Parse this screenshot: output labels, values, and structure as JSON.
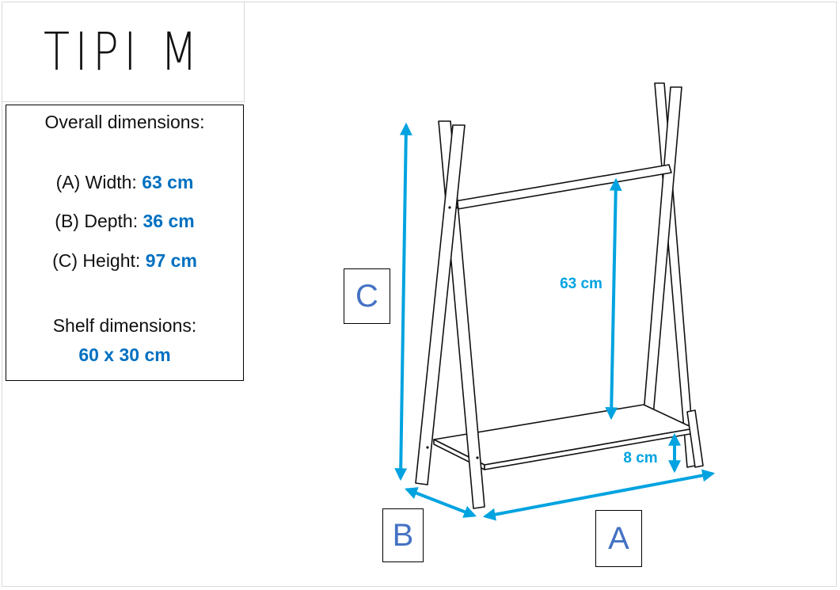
{
  "title": "TIPI M",
  "overall": {
    "heading": "Overall dimensions:",
    "width_label": "(A) Width:",
    "width_value": "63 cm",
    "depth_label": "(B) Depth:",
    "depth_value": "36 cm",
    "height_label": "(C) Height:",
    "height_value": "97 cm"
  },
  "shelf": {
    "heading": "Shelf dimensions:",
    "value": "60 x 30 cm"
  },
  "diagram": {
    "letter_c": "C",
    "letter_b": "B",
    "letter_a": "A",
    "rail_height": "63 cm",
    "shelf_height": "8 cm"
  },
  "colors": {
    "accent": "#00a3e0",
    "value_blue": "#0070c0",
    "letter_blue": "#4472c4"
  }
}
